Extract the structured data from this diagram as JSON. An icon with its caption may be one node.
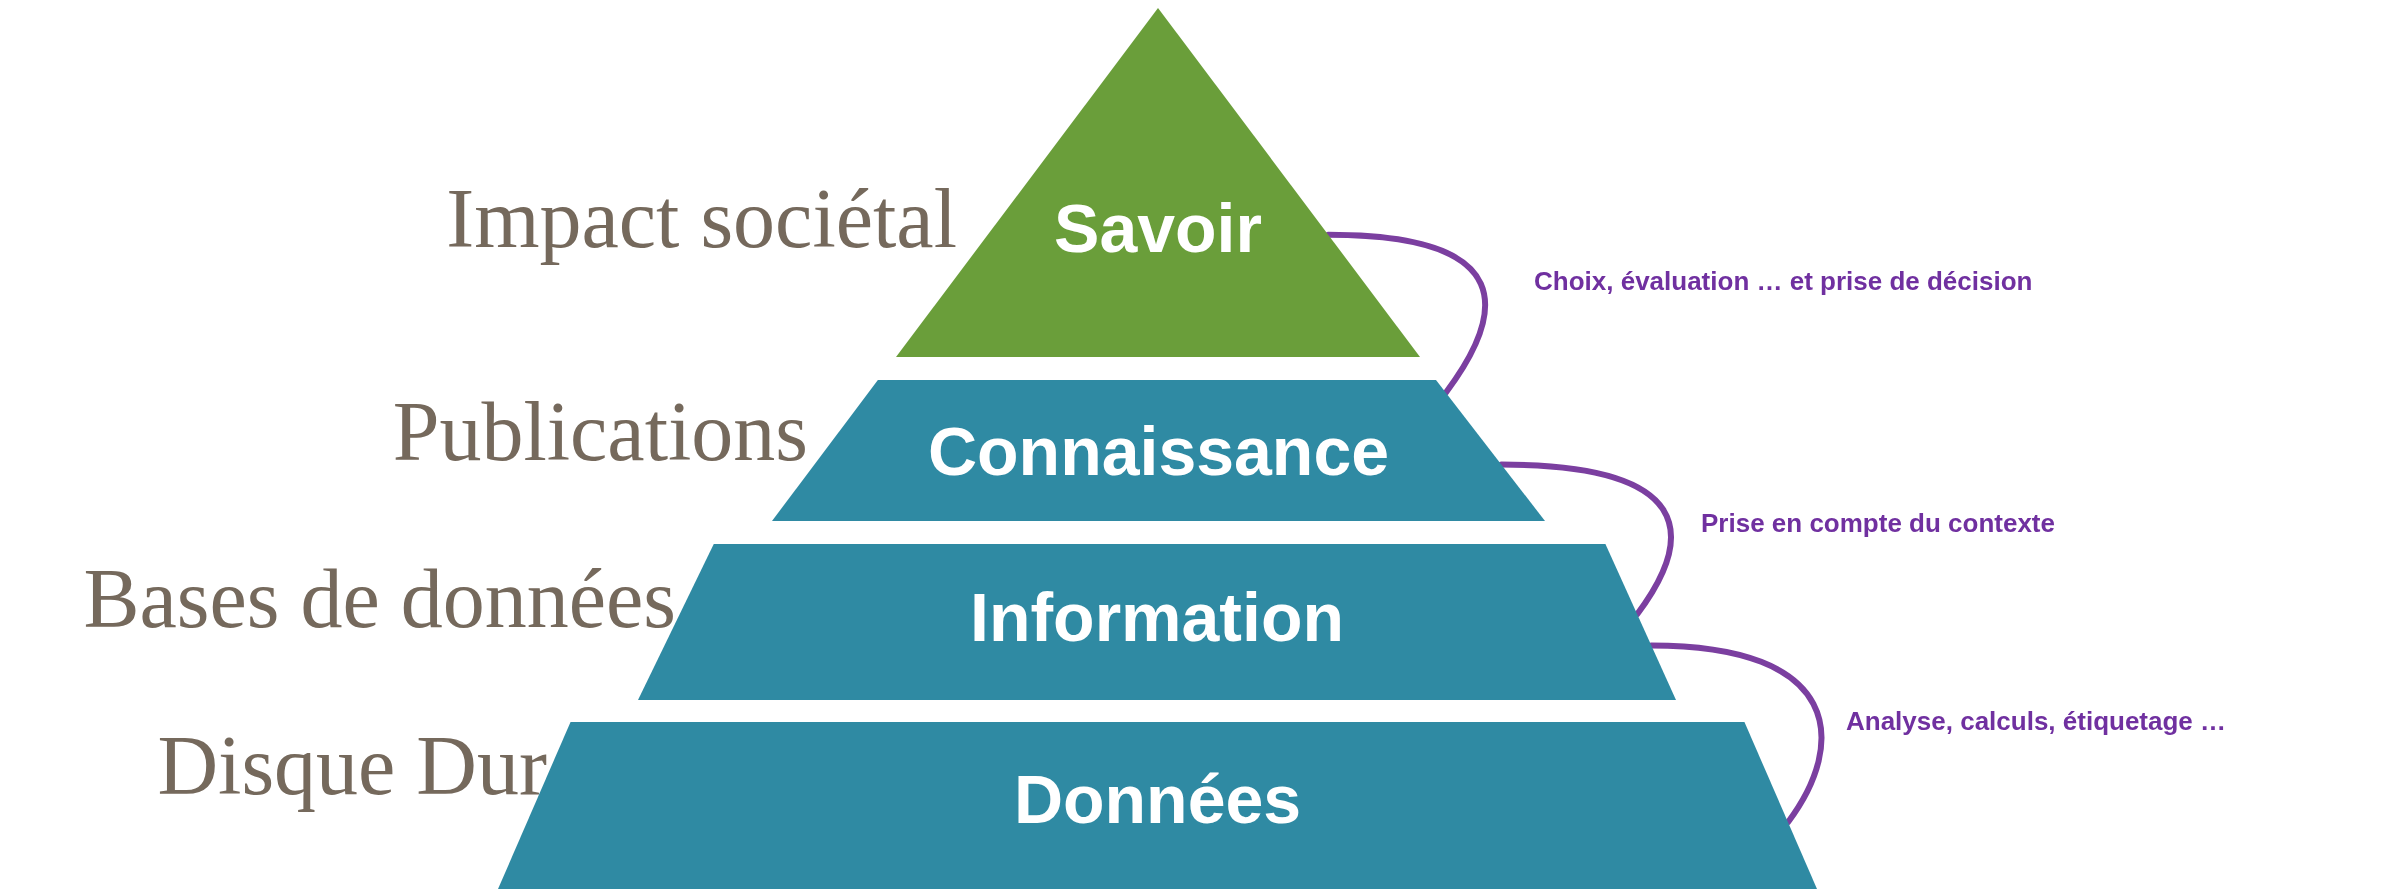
{
  "diagram": {
    "nodes": [
      {
        "text": [
          "Savoir"
        ],
        "beside": [
          "Impact sociétal"
        ]
      },
      {
        "text": [
          "Connaissance"
        ],
        "beside": [
          "Publications"
        ]
      },
      {
        "text": [
          "Information"
        ],
        "beside": [
          "Bases de données"
        ]
      },
      {
        "text": [
          "Données"
        ],
        "beside": [
          "Disque Dur"
        ]
      }
    ],
    "edges": [
      {
        "from": 0,
        "to": 1,
        "arrow": "none",
        "label": "Choix, évaluation … et prise de décision"
      },
      {
        "from": 1,
        "to": 2,
        "arrow": "none",
        "label": "Prise en compte du contexte"
      },
      {
        "from": 2,
        "to": 3,
        "arrow": "none",
        "label": "Analyse, calculs, étiquetage …"
      }
    ]
  }
}
